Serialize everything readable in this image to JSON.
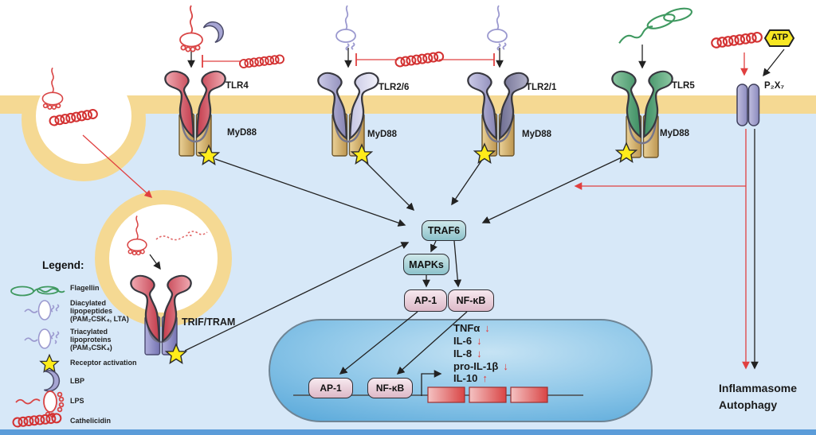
{
  "receptors": {
    "tlr4": "TLR4",
    "tlr2_6": "TLR2/6",
    "tlr2_1": "TLR2/1",
    "tlr5": "TLR5",
    "p2x7": "P₂X₇"
  },
  "adapters": {
    "myd88": "MyD88",
    "trif_tram": "TRIF/TRAM"
  },
  "signaling": {
    "traf6": "TRAF6",
    "mapks": "MAPKs",
    "ap1": "AP-1",
    "nfkb": "NF-κB"
  },
  "nucleus": {
    "ap1": "AP-1",
    "nfkb": "NF-κB",
    "cytokines": [
      {
        "name": "TNFα",
        "change": "↓"
      },
      {
        "name": "IL-6",
        "change": "↓"
      },
      {
        "name": "IL-8",
        "change": "↓"
      },
      {
        "name": "pro-IL-1β",
        "change": "↓"
      },
      {
        "name": "IL-10",
        "change": "↑"
      }
    ]
  },
  "outcomes": {
    "inflammasome": "Inflammasome",
    "autophagy": "Autophagy"
  },
  "molecules": {
    "atp": "ATP"
  },
  "legend": {
    "title": "Legend:",
    "items": [
      {
        "icon": "flagellin-icon",
        "label": "Flagellin"
      },
      {
        "icon": "diacylated-lipopeptides-icon",
        "label": "Diacylated\nlipopeptides\n(PAM₂CSK₄, LTA)"
      },
      {
        "icon": "triacylated-lipoproteins-icon",
        "label": "Triacylated\nlipoproteins\n(PAM₃CSK₄)"
      },
      {
        "icon": "receptor-activation-icon",
        "label": "Receptor activation"
      },
      {
        "icon": "lbp-icon",
        "label": "LBP"
      },
      {
        "icon": "lps-icon",
        "label": "LPS"
      },
      {
        "icon": "cathelicidin-icon",
        "label": "Cathelicidin"
      }
    ]
  },
  "colors": {
    "membrane": "#f5d993",
    "cytoplasm": "#d7e8f8",
    "nucleus_edge": "#5aa9da",
    "accent_red": "#d93636",
    "star_yellow": "#ffec1a",
    "atp_yellow": "#f7e723",
    "bottom_border": "#5b9cd9"
  }
}
